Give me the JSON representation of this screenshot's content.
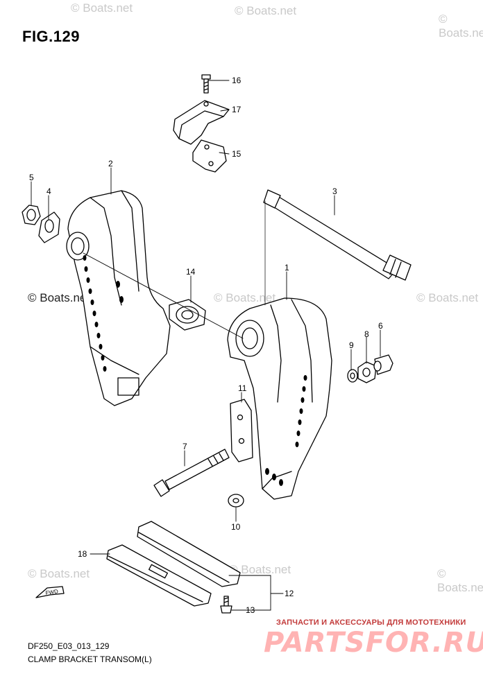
{
  "figure": {
    "title": "FIG.129",
    "code": "DF250_E03_013_129",
    "caption": "CLAMP BRACKET TRANSOM(L)"
  },
  "watermarks": {
    "text": "© Boats.net"
  },
  "brand": {
    "tagline": "ЗАПЧАСТИ И АКСЕССУАРЫ ДЛЯ МОТОТЕХНИКИ",
    "logo": "PARTSFOR.RU"
  },
  "fwd_label": "FWD",
  "callouts": {
    "n1": "1",
    "n2": "2",
    "n3": "3",
    "n4": "4",
    "n5": "5",
    "n6": "6",
    "n7": "7",
    "n8": "8",
    "n9": "9",
    "n10": "10",
    "n11": "11",
    "n12": "12",
    "n13": "13",
    "n14": "14",
    "n15": "15",
    "n16": "16",
    "n17": "17",
    "n18": "18"
  }
}
